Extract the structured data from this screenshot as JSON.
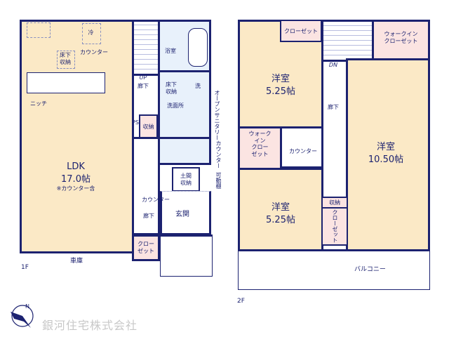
{
  "floor1": {
    "label": "1F",
    "ldk": "LDK",
    "ldk_size": "17.0帖",
    "ldk_note": "※カウンター含",
    "fridge": "冷",
    "counter": "カウンター",
    "underfloor": "床下\n収納",
    "niche": "ニッチ",
    "up": "UP",
    "hallway": "廊下",
    "bath": "浴室",
    "underfloor2": "床下\n収納",
    "washer": "洗",
    "washroom": "洗面所",
    "open_sanitary": "オープンサニタリー",
    "ps": "PS",
    "storage": "収納",
    "counter2": "カウンター",
    "doma": "土間\n収納",
    "movable_shelf": "可動棚",
    "counter3": "カウンター",
    "hallway2": "廊下",
    "entrance": "玄関",
    "closet": "クロー\nゼット",
    "garage": "車庫"
  },
  "floor2": {
    "label": "2F",
    "room1": "洋室",
    "room1_size": "5.25帖",
    "closet1": "クローゼット",
    "walkin1": "ウォークイン\nクローゼット",
    "dn": "DN",
    "hallway": "廊下",
    "room2": "洋室",
    "room2_size": "10.50帖",
    "walkin2": "ウォーク\nイン\nクロー\nゼット",
    "counter": "カウンター",
    "room3": "洋室",
    "room3_size": "5.25帖",
    "storage": "収納",
    "closet2": "クローゼット",
    "balcony": "バルコニー"
  },
  "company": "銀河住宅株式会社",
  "compass": "N",
  "colors": {
    "wall": "#1c2270",
    "ldk": "#fbe9c6",
    "wet": "#e8f1fb",
    "closet": "#fbe4e2"
  }
}
